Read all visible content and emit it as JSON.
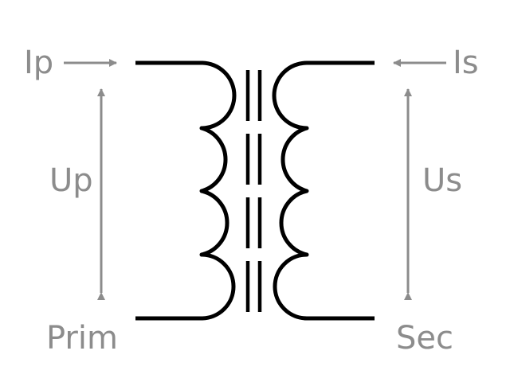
{
  "labels": {
    "primary_current": "Ip",
    "secondary_current": "Is",
    "primary_voltage": "Up",
    "secondary_voltage": "Us",
    "primary_winding": "Prim",
    "secondary_winding": "Sec"
  },
  "colors": {
    "winding": "#000000",
    "annotation": "#8c8c8c"
  }
}
